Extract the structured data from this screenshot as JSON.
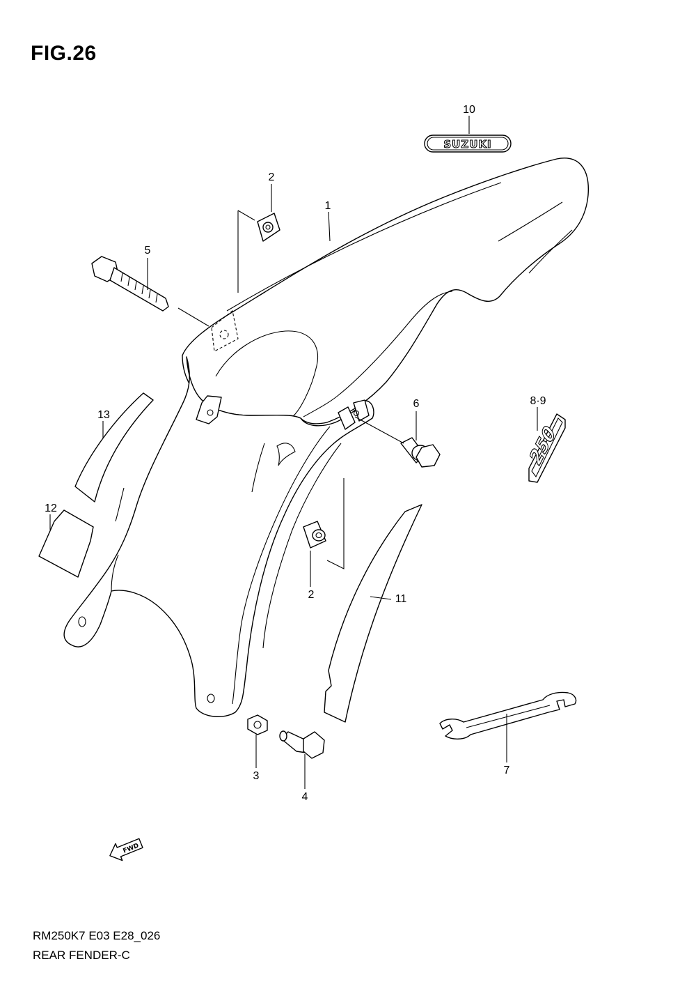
{
  "figure": {
    "title": "FIG.26",
    "code": "RM250K7 E03 E28_026",
    "name": "REAR FENDER-C"
  },
  "emblems": {
    "brand": "SUZUKI",
    "model_decal": "250",
    "direction": "FWD"
  },
  "callouts": [
    {
      "id": "c1",
      "label": "1"
    },
    {
      "id": "c2a",
      "label": "2"
    },
    {
      "id": "c2b",
      "label": "2"
    },
    {
      "id": "c3",
      "label": "3"
    },
    {
      "id": "c4",
      "label": "4"
    },
    {
      "id": "c5",
      "label": "5"
    },
    {
      "id": "c6",
      "label": "6"
    },
    {
      "id": "c7",
      "label": "7"
    },
    {
      "id": "c89",
      "label": "8·9"
    },
    {
      "id": "c10",
      "label": "10"
    },
    {
      "id": "c11",
      "label": "11"
    },
    {
      "id": "c12",
      "label": "12"
    },
    {
      "id": "c13",
      "label": "13"
    }
  ]
}
